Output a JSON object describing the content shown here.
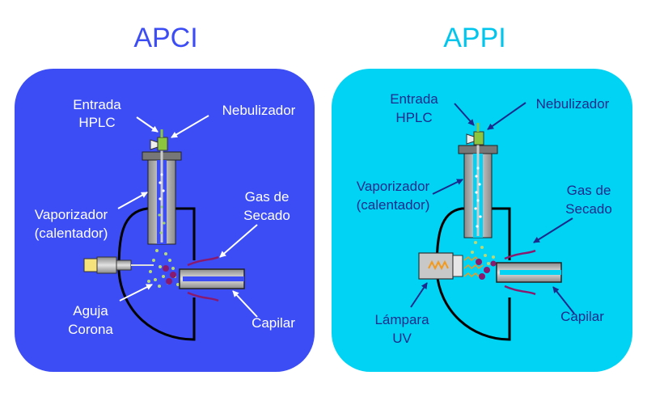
{
  "panels": [
    {
      "title": "APCI",
      "color": "#3d4df5",
      "label_color": "#ffffff",
      "arrow_color": "#ffffff",
      "labels": {
        "entrada_line1": "Entrada",
        "entrada_line2": "HPLC",
        "nebulizador": "Nebulizador",
        "vaporizador_line1": "Vaporizador",
        "vaporizador_line2": "(calentador)",
        "gas_line1": "Gas de",
        "gas_line2": "Secado",
        "source_line1": "Aguja",
        "source_line2": "Corona",
        "capilar": "Capilar"
      }
    },
    {
      "title": "APPI",
      "color": "#00d3f3",
      "label_color": "#1b2a8c",
      "arrow_color": "#1b2a8c",
      "labels": {
        "entrada_line1": "Entrada",
        "entrada_line2": "HPLC",
        "nebulizador": "Nebulizador",
        "vaporizador_line1": "Vaporizador",
        "vaporizador_line2": "(calentador)",
        "gas_line1": "Gas de",
        "gas_line2": "Secado",
        "source_line1": "Lámpara",
        "source_line2": "UV",
        "capilar": "Capilar"
      }
    }
  ]
}
